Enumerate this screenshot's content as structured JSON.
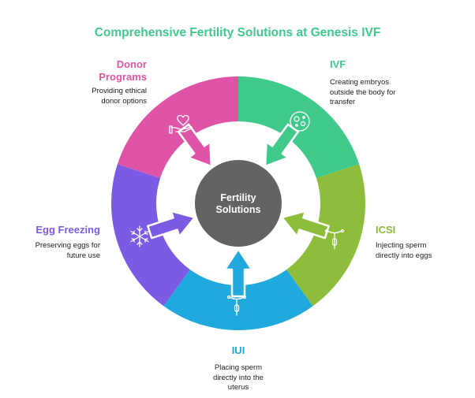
{
  "title": "Comprehensive Fertility Solutions at Genesis IVF",
  "center": {
    "line1": "Fertility",
    "line2": "Solutions"
  },
  "segments": [
    {
      "label": "IVF",
      "description": [
        "Creating embryos",
        "outside the body for",
        "transfer"
      ],
      "color": "#3fc98a",
      "icon": "petri-dish-icon"
    },
    {
      "label": "ICSI",
      "description": [
        "Injecting sperm",
        "directly into eggs"
      ],
      "color": "#8dbd3a",
      "icon": "iud-icon"
    },
    {
      "label": "IUI",
      "description": [
        "Placing sperm",
        "directly into the",
        "uterus"
      ],
      "color": "#1fa9dc",
      "icon": "iud-icon"
    },
    {
      "label": "Egg Freezing",
      "description": [
        "Preserving eggs for",
        "future use"
      ],
      "color": "#7b5be3",
      "icon": "snowflake-icon"
    },
    {
      "label": "Donor Programs",
      "labelLines": [
        "Donor",
        "Programs"
      ],
      "description": [
        "Providing ethical",
        "donor options"
      ],
      "color": "#e054a7",
      "icon": "heart-hand-icon"
    }
  ],
  "colors": {
    "title": "#3fc98d",
    "center": "#636363"
  }
}
